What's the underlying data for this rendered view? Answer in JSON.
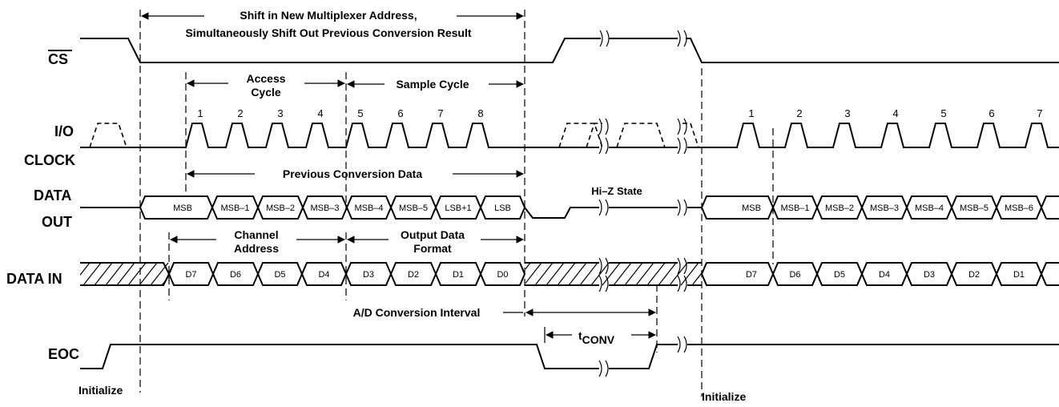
{
  "signals": {
    "cs": "CS",
    "io": "I/O",
    "clock": "CLOCK",
    "data": "DATA",
    "out": "OUT",
    "data_in": "DATA IN",
    "eoc": "EOC"
  },
  "annotations": {
    "shift_line1": "Shift in New Multiplexer Address,",
    "shift_line2": "Simultaneously Shift Out Previous Conversion Result",
    "access1": "Access",
    "access2": "Cycle",
    "sample": "Sample Cycle",
    "prev": "Previous Conversion Data",
    "hiz": "Hi–Z State",
    "channel1": "Channel",
    "channel2": "Address",
    "output1": "Output Data",
    "output2": "Format",
    "adconv": "A/D Conversion Interval",
    "tconv_t": "t",
    "tconv_sub": "CONV",
    "init1": "Initialize",
    "init2": "Initialize"
  },
  "clock_numbers_1": [
    "1",
    "2",
    "3",
    "4",
    "5",
    "6",
    "7",
    "8"
  ],
  "clock_numbers_2": [
    "1",
    "2",
    "3",
    "4",
    "5",
    "6",
    "7"
  ],
  "dataout_1": [
    "MSB",
    "MSB–1",
    "MSB–2",
    "MSB–3",
    "MSB–4",
    "MSB–5",
    "LSB+1",
    "LSB"
  ],
  "dataout_2": [
    "MSB",
    "MSB–1",
    "MSB–2",
    "MSB–3",
    "MSB–4",
    "MSB–5",
    "MSB–6"
  ],
  "datain_1": [
    "D7",
    "D6",
    "D5",
    "D4",
    "D3",
    "D2",
    "D1",
    "D0"
  ],
  "datain_2": [
    "D7",
    "D6",
    "D5",
    "D4",
    "D3",
    "D2",
    "D1"
  ]
}
